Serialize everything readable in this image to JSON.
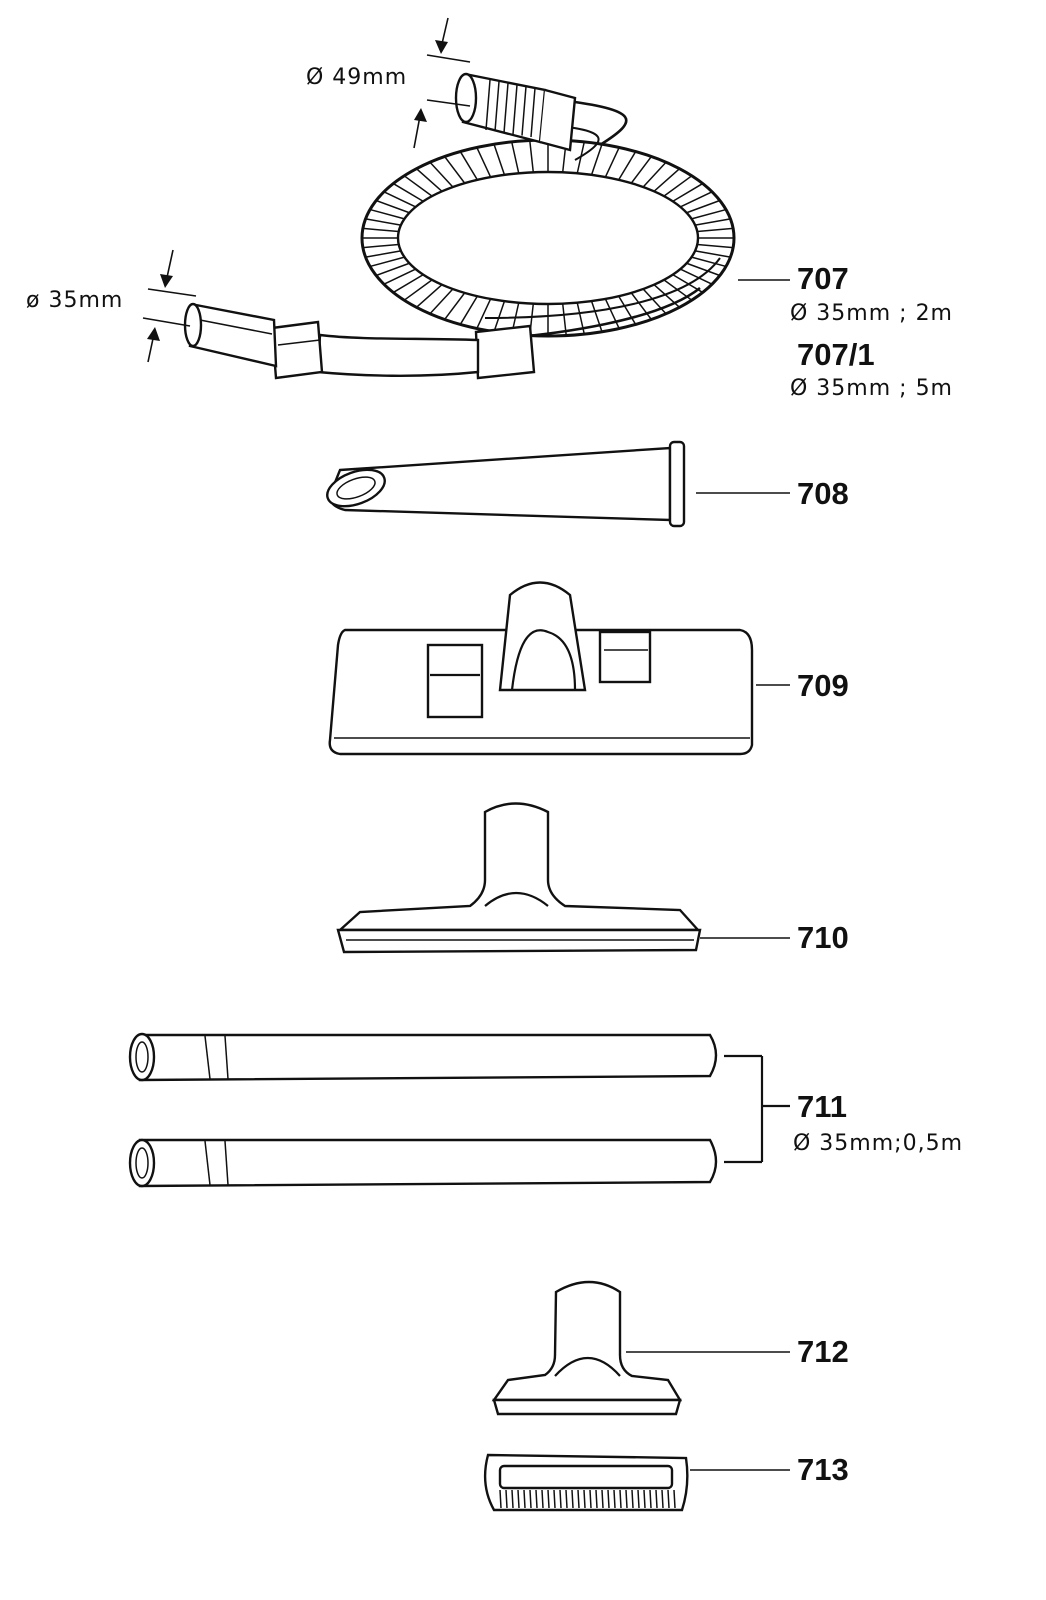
{
  "dimensions": {
    "hose_end_49": "Ø 49mm",
    "hose_end_35": "ø 35mm"
  },
  "parts": [
    {
      "number": "707",
      "spec": "Ø 35mm ; 2m"
    },
    {
      "number": "707/1",
      "spec": "Ø 35mm ; 5m"
    },
    {
      "number": "708",
      "spec": ""
    },
    {
      "number": "709",
      "spec": ""
    },
    {
      "number": "710",
      "spec": ""
    },
    {
      "number": "711",
      "spec": "Ø 35mm;0,5m"
    },
    {
      "number": "712",
      "spec": ""
    },
    {
      "number": "713",
      "spec": ""
    }
  ],
  "colors": {
    "ink": "#111111",
    "paper": "#ffffff"
  }
}
